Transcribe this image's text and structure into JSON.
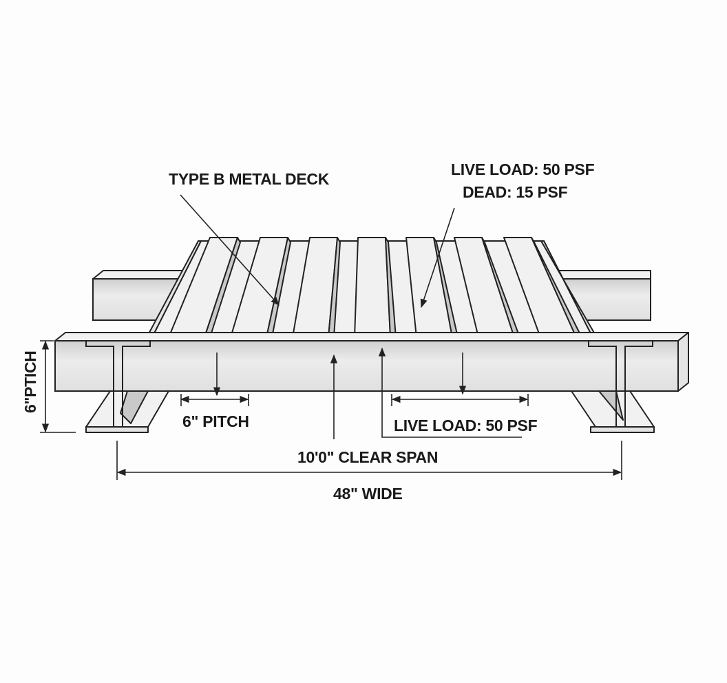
{
  "labels": {
    "deck_type": "TYPE B METAL DECK",
    "live_load_top": "LIVE LOAD: 50 PSF",
    "dead_load": "DEAD: 15 PSF",
    "pitch": "6\" PITCH",
    "live_load_bottom": "LIVE LOAD: 50 PSF",
    "clear_span": "10'0\" CLEAR SPAN",
    "width": "48\" WIDE",
    "vertical_dim": "6\"PTICH"
  }
}
